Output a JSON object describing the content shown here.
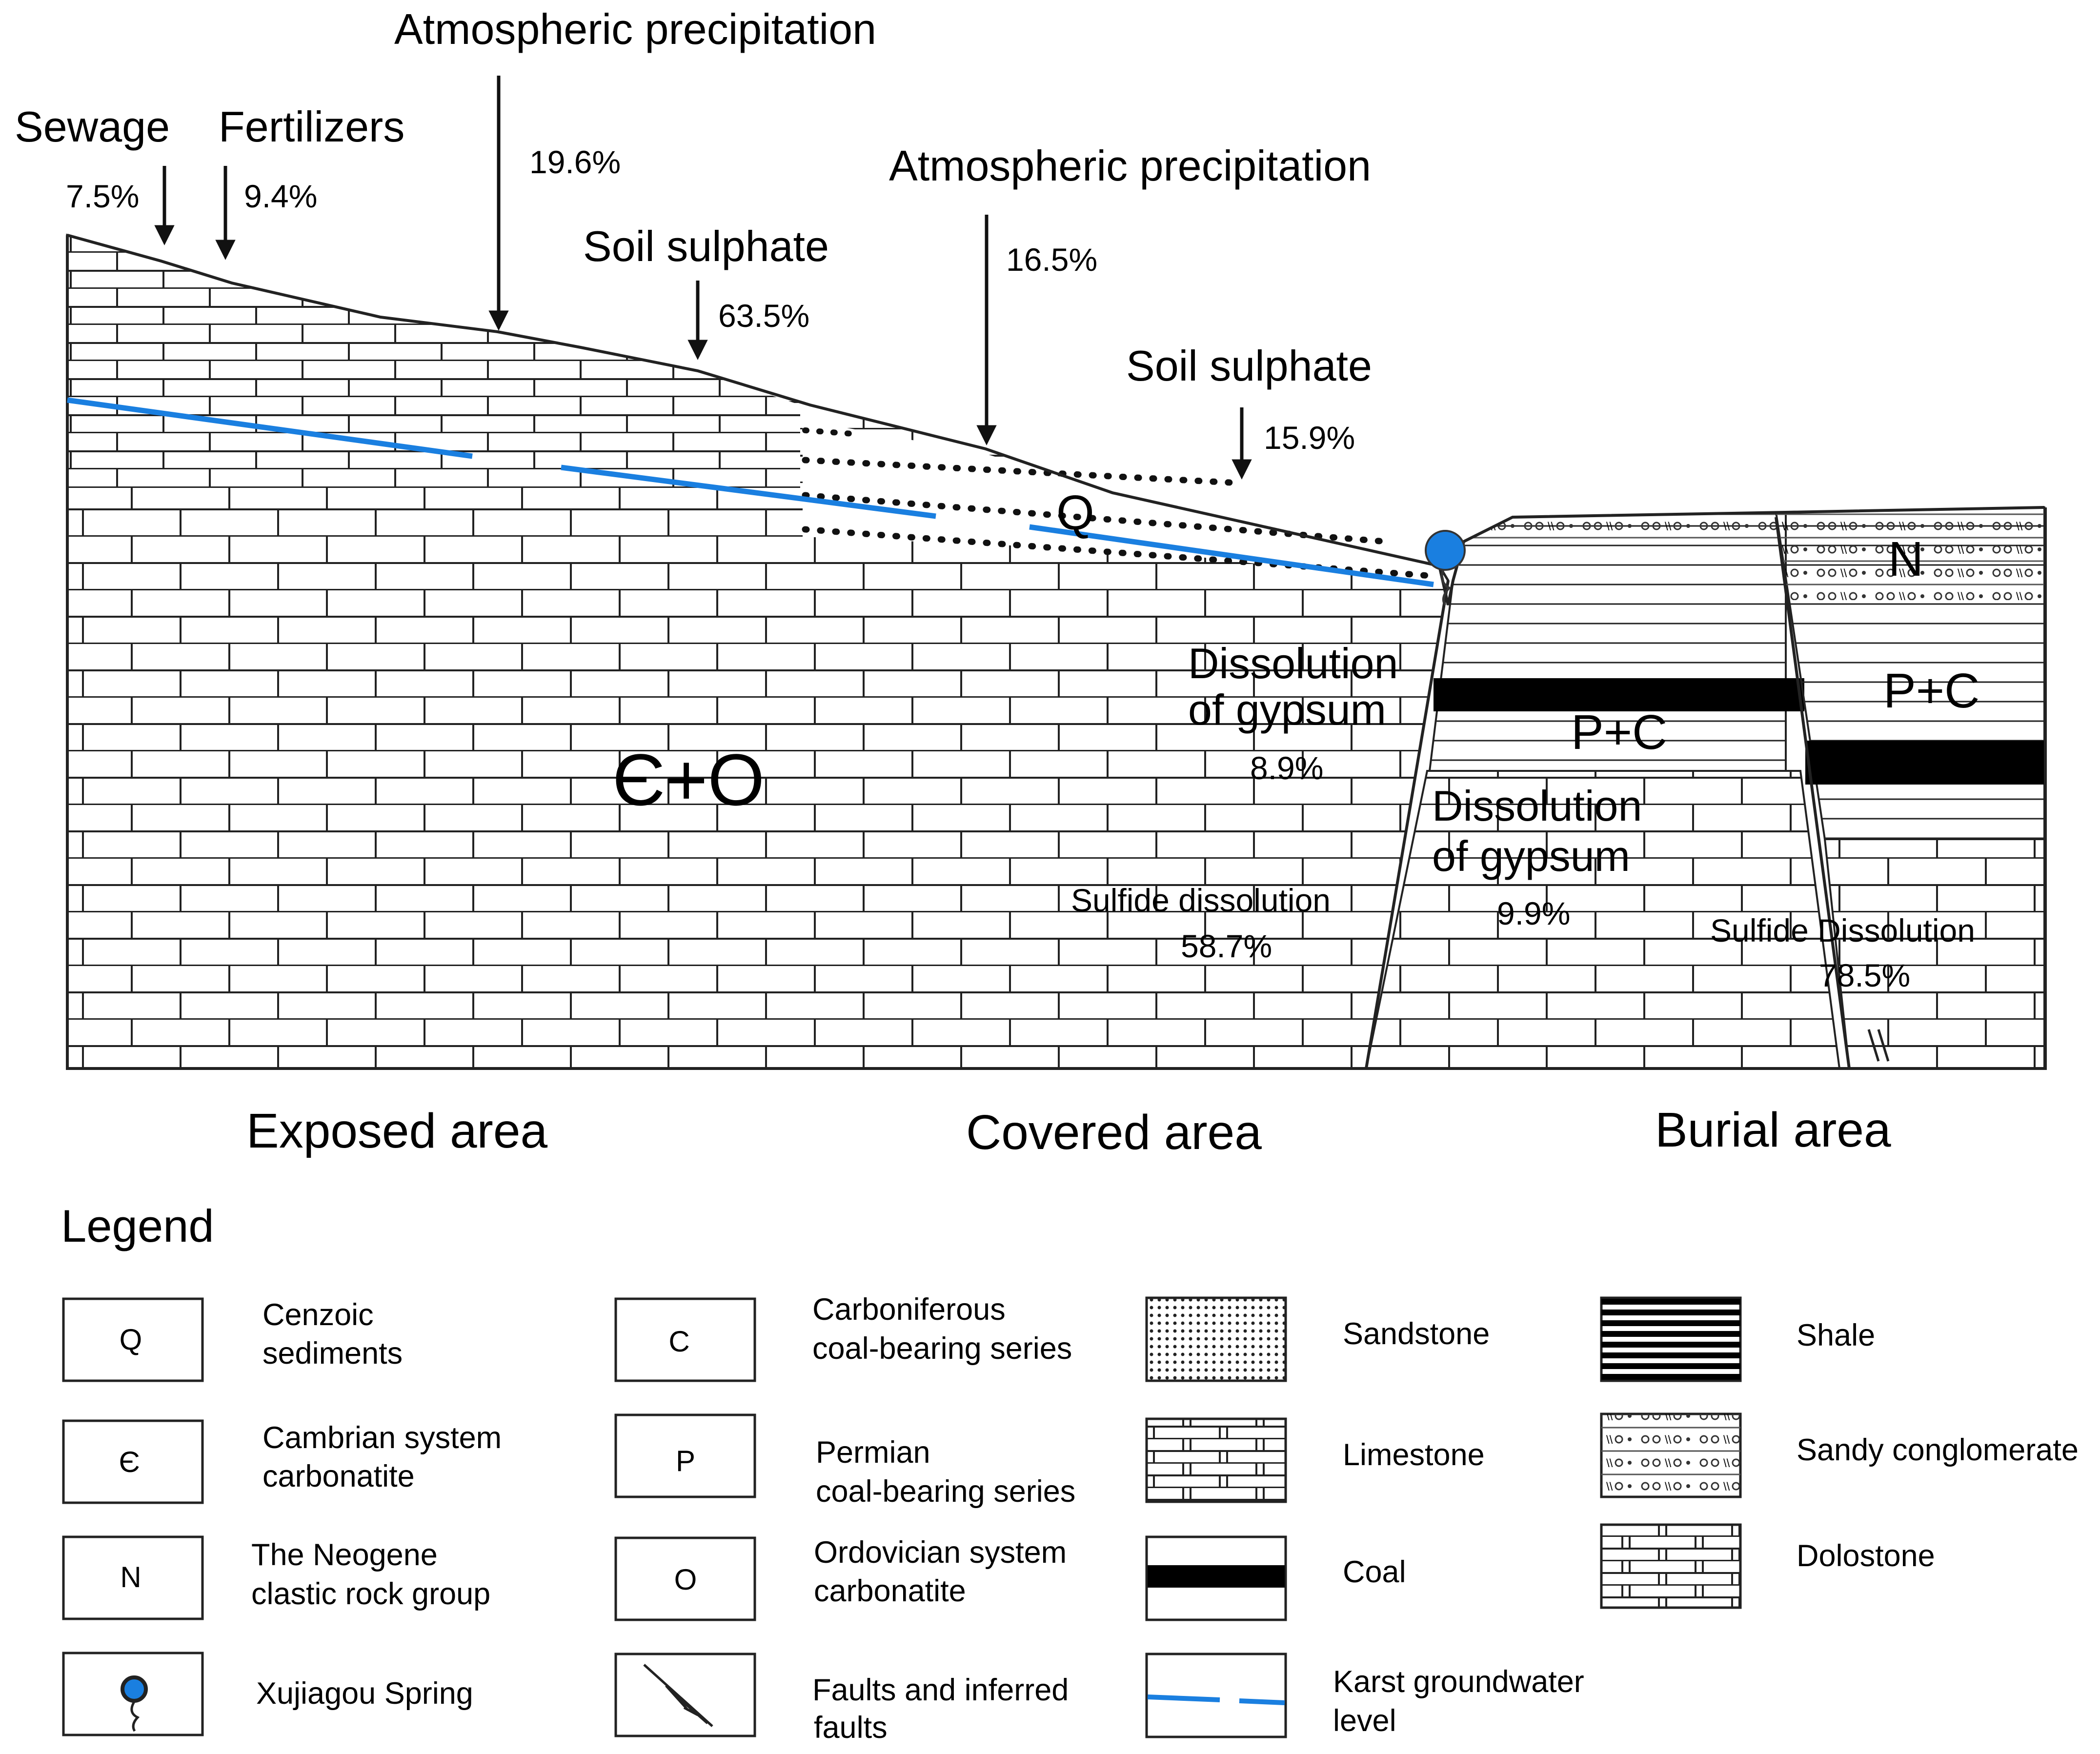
{
  "inputs": {
    "sewage": {
      "label": "Sewage",
      "value": "7.5%"
    },
    "fertilizers": {
      "label": "Fertilizers",
      "value": "9.4%"
    },
    "precip_exposed": {
      "label": "Atmospheric precipitation",
      "value": "19.6%"
    },
    "soil_exposed": {
      "label": "Soil sulphate",
      "value": "63.5%"
    },
    "precip_covered": {
      "label": "Atmospheric precipitation",
      "value": "16.5%"
    },
    "soil_covered": {
      "label": "Soil sulphate",
      "value": "15.9%"
    }
  },
  "units": {
    "q": "Q",
    "co": "Є+O",
    "pc_mid": "P+C",
    "pc_right": "P+C",
    "n": "N"
  },
  "processes": {
    "gypsum_covered": {
      "line1": "Dissolution",
      "line2": "of gypsum",
      "value": "8.9%"
    },
    "sulfide_covered": {
      "label": "Sulfide dissolution",
      "value": "58.7%"
    },
    "gypsum_buried": {
      "line1": "Dissolution",
      "line2": "of gypsum",
      "value": "9.9%"
    },
    "sulfide_buried": {
      "label": "Sulfide Dissolution",
      "value": "78.5%"
    }
  },
  "areas": {
    "exposed": "Exposed area",
    "covered": "Covered area",
    "burial": "Burial area"
  },
  "legend": {
    "title": "Legend",
    "items": {
      "q": {
        "symbol": "Q",
        "line1": "Cenzoic",
        "line2": "sediments"
      },
      "cambrian": {
        "symbol": "Є",
        "line1": "Cambrian system",
        "line2": "carbonatite"
      },
      "n": {
        "symbol": "N",
        "line1": "The Neogene",
        "line2": "clastic rock group"
      },
      "spring": {
        "line1": "Xujiagou Spring"
      },
      "c": {
        "symbol": "C",
        "line1": "Carboniferous",
        "line2": "coal-bearing series"
      },
      "p": {
        "symbol": "P",
        "line1": "Permian",
        "line2": "coal-bearing series"
      },
      "o": {
        "symbol": "O",
        "line1": "Ordovician system",
        "line2": "carbonatite"
      },
      "faults": {
        "line1": "Faults and inferred",
        "line2": "faults"
      },
      "sandstone": {
        "line1": "Sandstone"
      },
      "limestone": {
        "line1": "Limestone"
      },
      "coal": {
        "line1": "Coal"
      },
      "groundwater": {
        "line1": "Karst groundwater",
        "line2": "level"
      },
      "shale": {
        "line1": "Shale"
      },
      "conglomerate": {
        "line1": "Sandy conglomerate"
      },
      "dolostone": {
        "line1": "Dolostone"
      }
    }
  },
  "colors": {
    "water": "#1a7fe0",
    "spring": "#1a7fe0",
    "coal": "#000000",
    "line": "#222222"
  }
}
